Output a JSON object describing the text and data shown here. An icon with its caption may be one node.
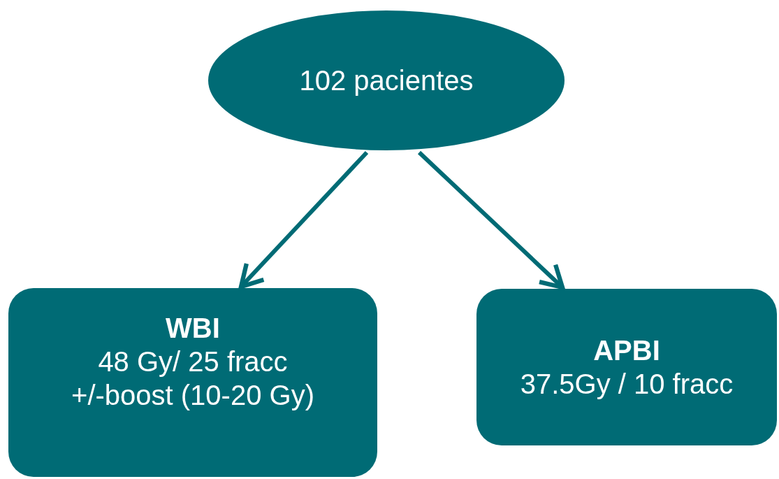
{
  "diagram": {
    "nodes": [
      {
        "text": [
          "102 pacientes"
        ]
      },
      {
        "text": [
          "WBI",
          "48 Gy/ 25 fracc",
          "+/-boost (10-20 Gy)"
        ]
      },
      {
        "text": [
          "APBI",
          "37.5Gy / 10 fracc"
        ]
      }
    ],
    "edges": [
      {
        "from": 0,
        "to": 1,
        "arrow": "to"
      },
      {
        "from": 0,
        "to": 2,
        "arrow": "to"
      }
    ]
  }
}
